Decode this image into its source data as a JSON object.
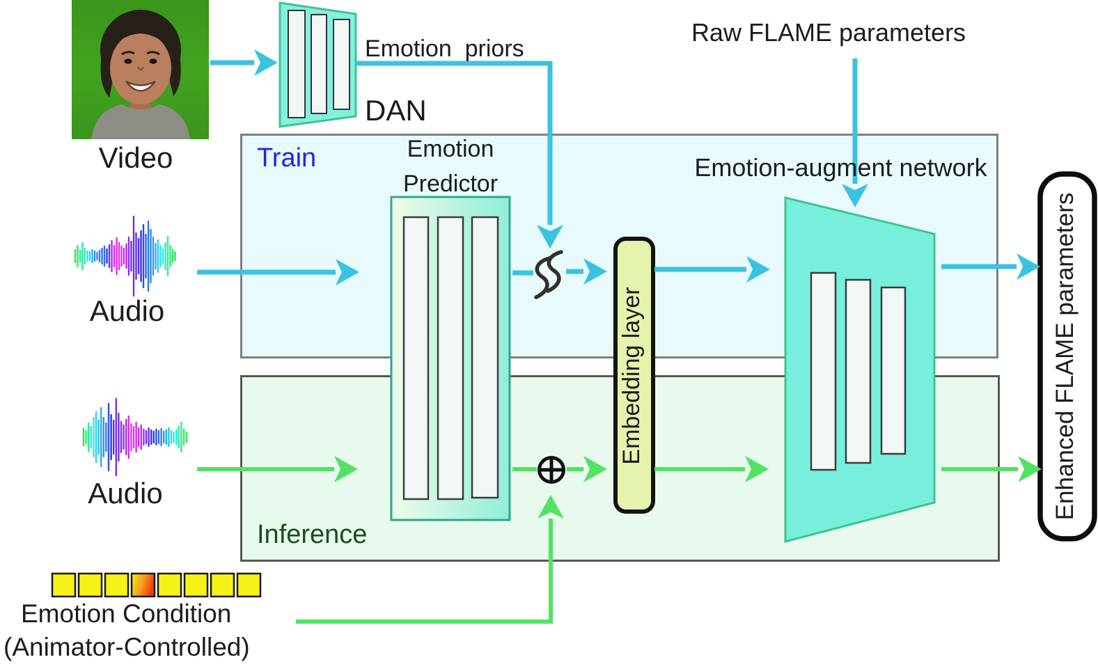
{
  "labels": {
    "video": "Video",
    "audio_train": "Audio",
    "audio_inference": "Audio",
    "dan": "DAN",
    "emotion_priors": "Emotion  priors",
    "raw_flame_parameters": "Raw FLAME parameters",
    "train": "Train",
    "inference": "Inference",
    "emotion_predictor_1": "Emotion",
    "emotion_predictor_2": "Predictor",
    "emotion_augment_network": "Emotion-augment network",
    "embedding_layer": "Embedding layer",
    "enhanced_flame_parameters": "Enhanced FLAME parameters",
    "emotion_condition_1": "Emotion Condition",
    "emotion_condition_2": "(Animator-Controlled)"
  },
  "emotion_condition": {
    "cells": [
      "yellow",
      "yellow",
      "yellow",
      "highlight",
      "yellow",
      "yellow",
      "yellow",
      "yellow"
    ],
    "highlight_index": 3
  },
  "icons": {
    "video_input": "smiling-face-photo",
    "audio_train": "audio-waveform",
    "audio_inference": "audio-waveform",
    "train_merge": "noise-squiggle",
    "inference_merge": "circled-plus"
  },
  "colors": {
    "train_flow_arrow": "#3ac3e0",
    "inference_flow_arrow": "#53e263",
    "train_region_bg": "#e8fafc",
    "inference_region_bg": "#e8f9ed",
    "network_fill": "#78efdc",
    "network_border": "#3fc48c",
    "embedding_fill": "#e4f4ac",
    "train_label": "#2424ea",
    "inference_label": "#174f1c",
    "cell_yellow": "#f6f215",
    "cell_highlight_from": "#f8ef12",
    "cell_highlight_to": "#ee3d13"
  }
}
